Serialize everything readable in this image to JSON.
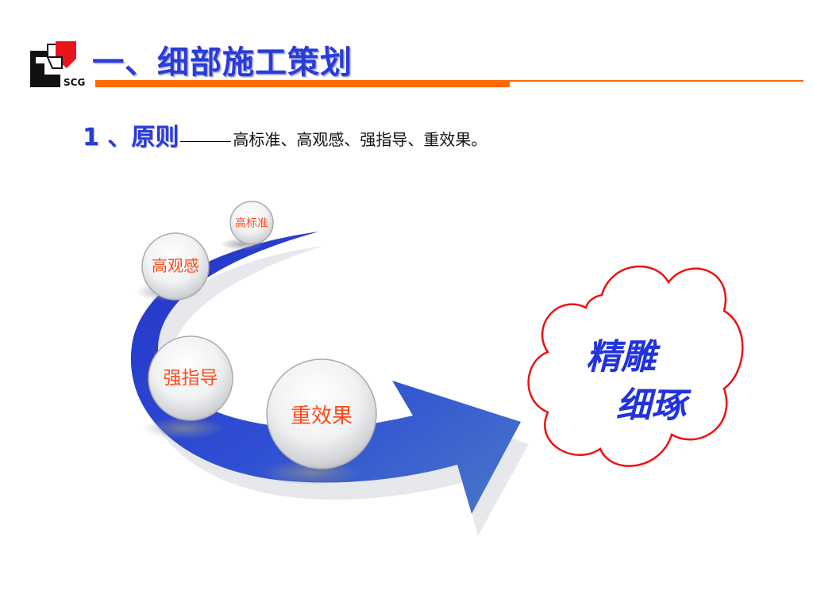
{
  "logo": {
    "text": "SCG"
  },
  "header": {
    "title": "一、细部施工策划"
  },
  "principle": {
    "heading": "1 、原则",
    "text": "高标准、高观感、强指导、重效果。"
  },
  "diagram": {
    "items": [
      "高标准",
      "高观感",
      "强指导",
      "重效果"
    ],
    "cloud": {
      "line1": "精雕",
      "line2": "细琢"
    }
  },
  "colors": {
    "title_blue": "#2a3bd6",
    "rule_orange": "#ff6a00",
    "arrow_blue": "#2f48d0",
    "label_red": "#ff4a1a",
    "cloud_red": "#ee1111"
  }
}
